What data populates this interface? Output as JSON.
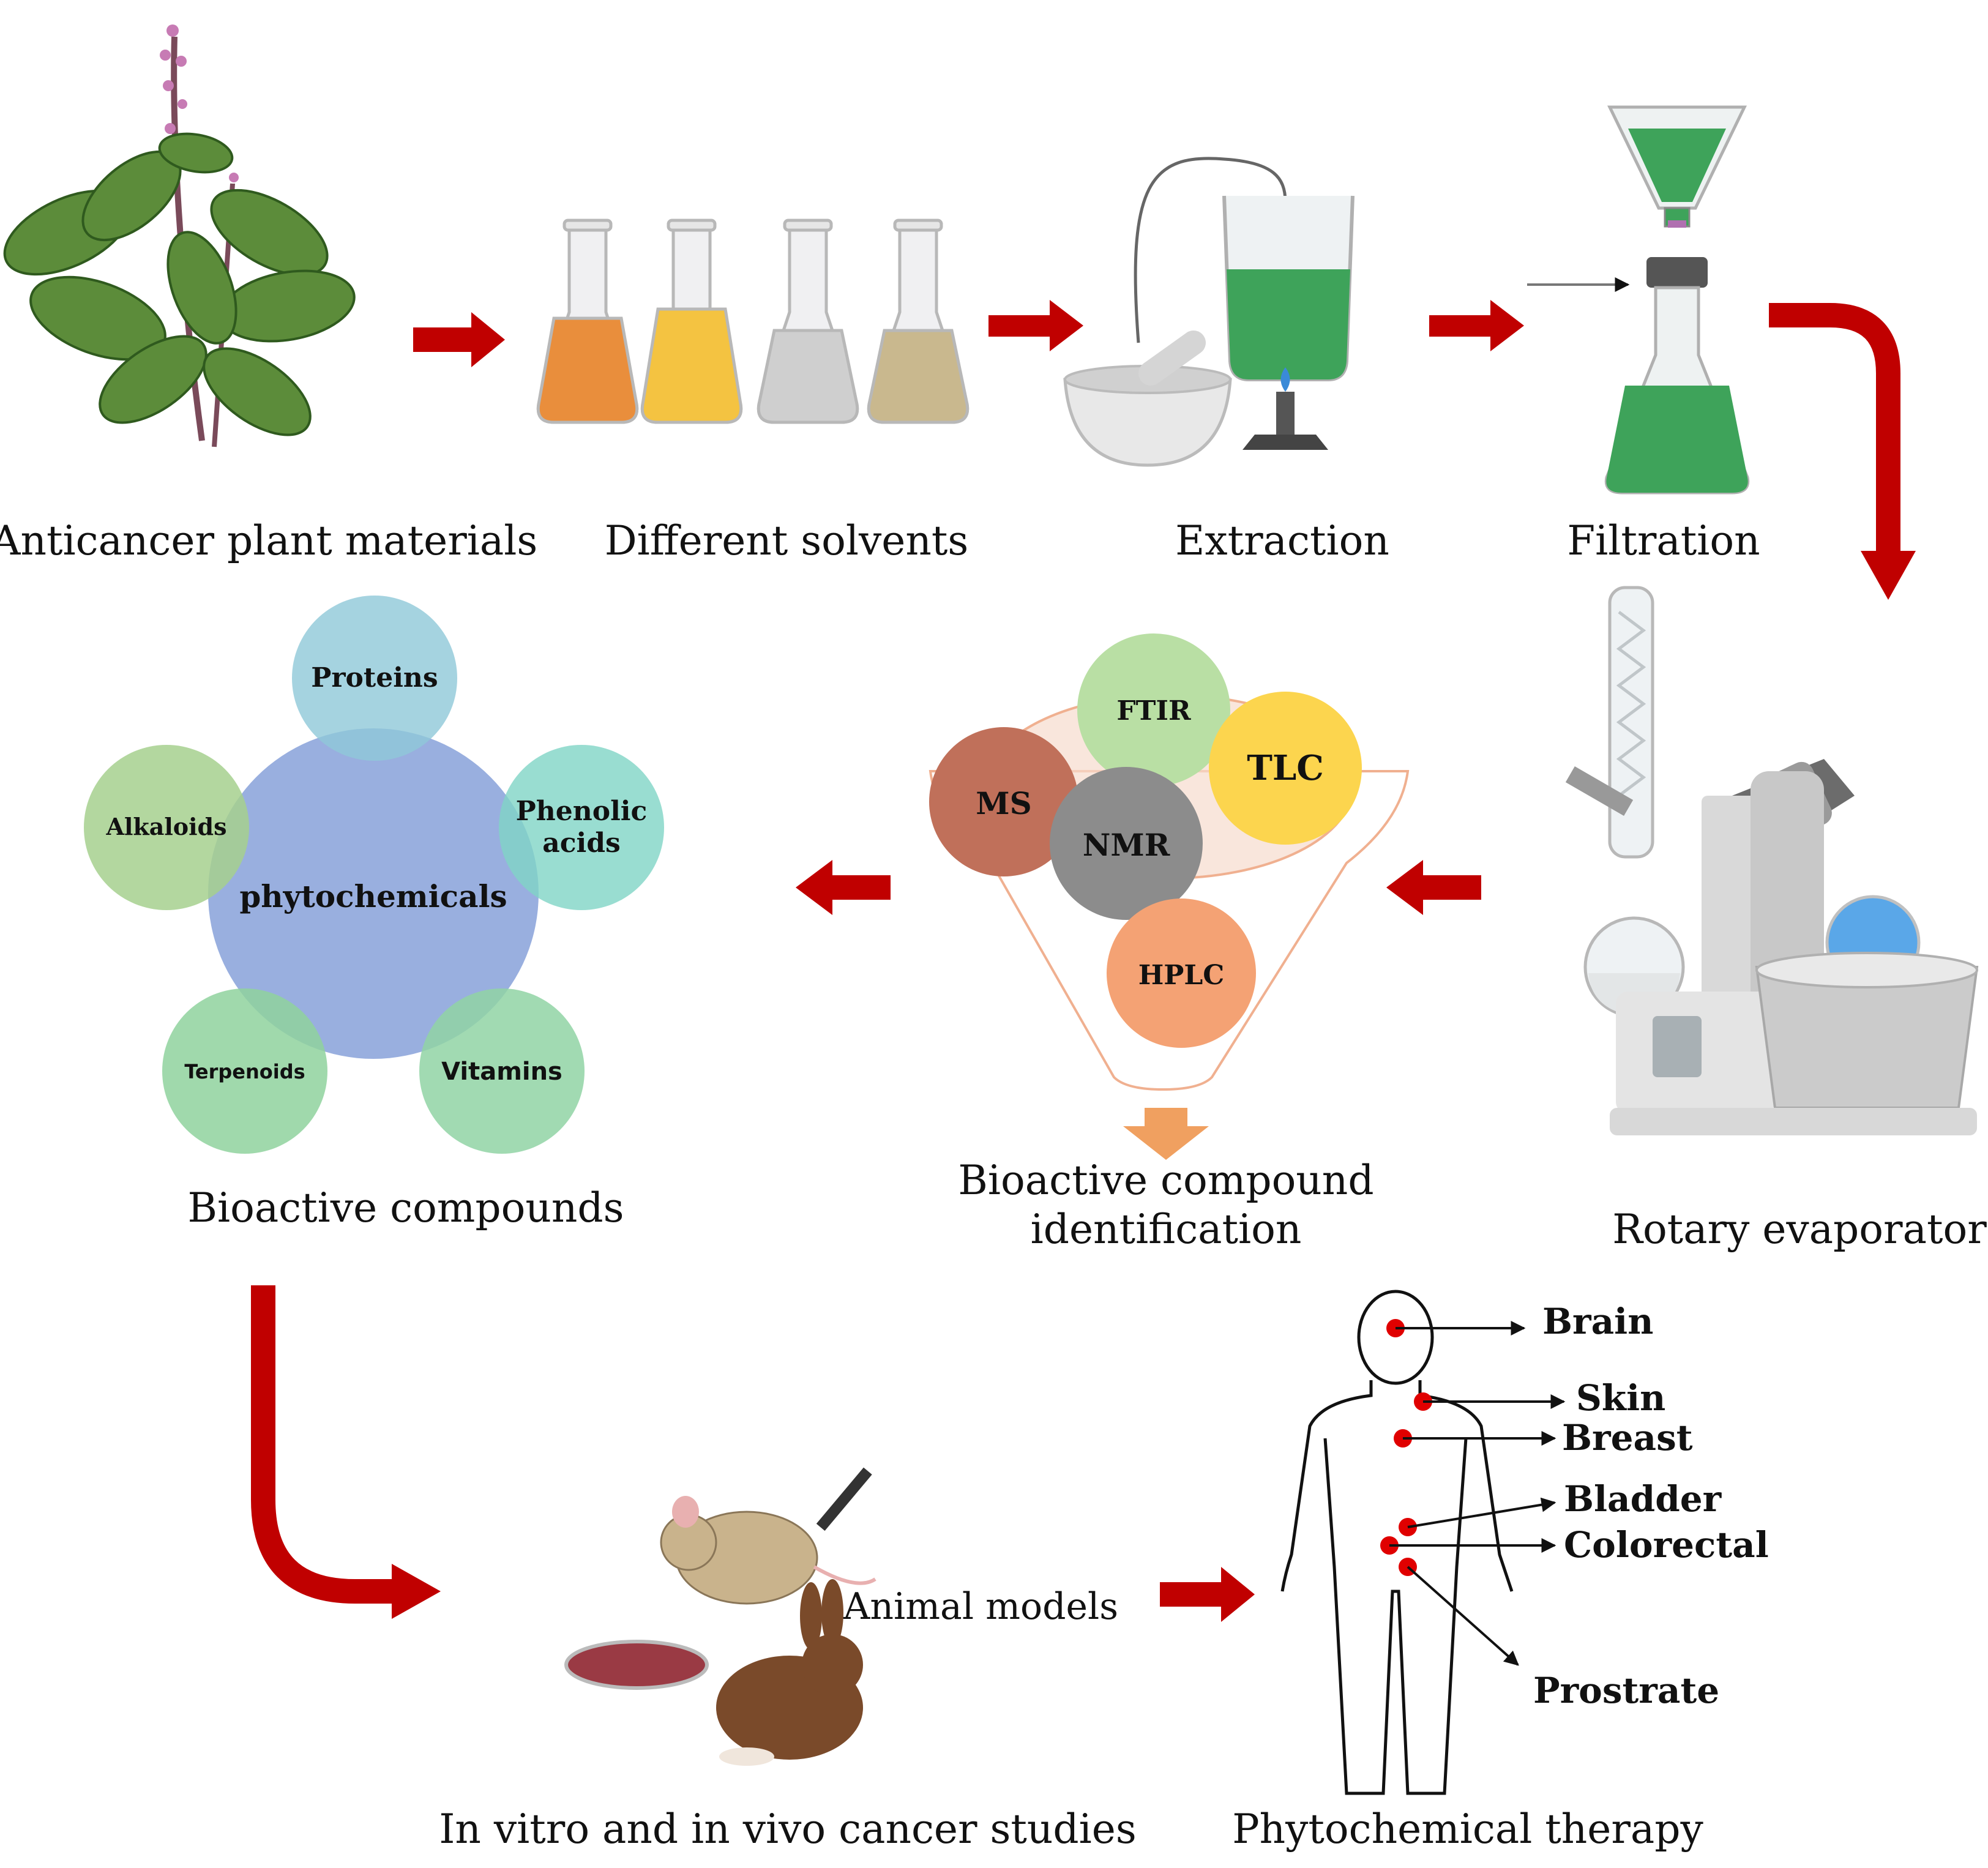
{
  "stages": {
    "plant": "Anticancer plant materials",
    "solvents": "Different solvents",
    "extraction": "Extraction",
    "filtration": "Filtration",
    "rotary": "Rotary evaporator",
    "identification_line1": "Bioactive compound",
    "identification_line2": "identification",
    "bioactive": "Bioactive compounds",
    "studies": "In vitro and in vivo cancer studies",
    "therapy": "Phytochemical therapy"
  },
  "phytochemicals": {
    "center": "phytochemicals",
    "items": [
      "Proteins",
      "Phenolic",
      "acids",
      "Vitamins",
      "Terpenoids",
      "Alkaloids"
    ]
  },
  "techniques": [
    "FTIR",
    "TLC",
    "MS",
    "NMR",
    "HPLC"
  ],
  "animal_models": "Animal models",
  "organs": [
    "Brain",
    "Skin",
    "Breast",
    "Bladder",
    "Colorectal",
    "Prostrate"
  ],
  "colors": {
    "arrow_red": "#c00000",
    "funnel_arrow": "#f0a060",
    "proteins": "#8fc8d8",
    "phenolic": "#7fd4c6",
    "vitamins": "#90d4a4",
    "terpenoids": "#8fd29e",
    "alkaloids": "#a6d08e",
    "center": "#8ea6dc",
    "ftir": "#b9dfa4",
    "tlc": "#fcd54e",
    "ms": "#c0705a",
    "nmr": "#8c8c8c",
    "hplc": "#f4a274"
  }
}
